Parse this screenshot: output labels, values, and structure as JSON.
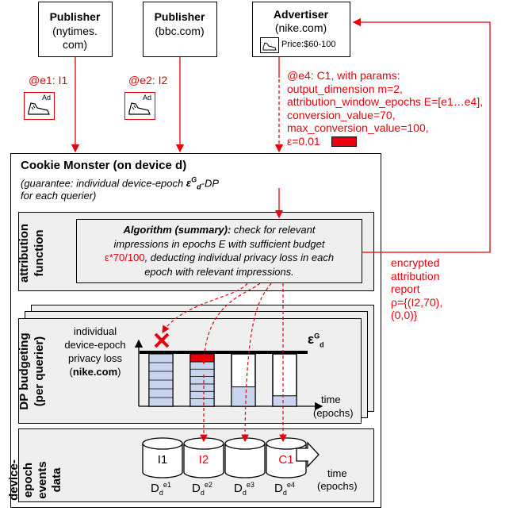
{
  "publisher1": {
    "title": "Publisher",
    "line1": "(nytimes.",
    "line2": "com)"
  },
  "publisher2": {
    "title": "Publisher",
    "line1": "(bbc.com)"
  },
  "advertiser": {
    "title": "Advertiser",
    "domain": "(nike.com)",
    "price": "Price:$60-100"
  },
  "events": {
    "e1": "@e1: I1",
    "e2": "@e2: I2",
    "ad_label": "Ad",
    "e4_lines": [
      "@e4: C1, with params:",
      "output_dimension m=2,",
      "attribution_window_epochs E=[e1…e4],",
      "conversion_value=70,",
      "max_conversion_value=100,",
      "ε=0.01"
    ]
  },
  "cookie_monster": {
    "title": "Cookie Monster (on device d)",
    "guarantee_1": "(guarantee: individual device-epoch ",
    "guarantee_eps": "ε",
    "guarantee_sup": "G",
    "guarantee_sub": "d",
    "guarantee_2": "-DP",
    "guarantee_3": "for each querier)"
  },
  "attribution": {
    "side_label_1": "attribution",
    "side_label_2": "function",
    "algo_bold": "Algorithm (summary):",
    "algo_1": " check for relevant",
    "algo_2": "impressions in epochs E with sufficient budget",
    "algo_red": "ε*70/100",
    "algo_3": ", deducting individual privacy loss in each",
    "algo_4": "epoch with relevant impressions."
  },
  "report": {
    "lines": [
      "encrypted",
      "attribution",
      "report",
      "ρ={(I2,70),",
      "(0,0)}"
    ]
  },
  "budgeting": {
    "side_label_1": "DP budgeting",
    "side_label_2": "(per querier)",
    "loss_1": "individual",
    "loss_2": "device-epoch",
    "loss_3": "privacy loss",
    "loss_4_open": "(",
    "loss_4_bold": "nike.com",
    "loss_4_close": ")",
    "eps": "ε",
    "eps_sup": "G",
    "eps_sub": "d",
    "time_1": "time",
    "time_2": "(epochs)",
    "epoch_fill": [
      1.0,
      0.85,
      0.37,
      0.2
    ],
    "epoch_deducted": [
      0,
      0.15,
      0,
      0
    ],
    "epoch_rejected": [
      true,
      false,
      false,
      false
    ]
  },
  "events_data": {
    "side_label_1": "device-",
    "side_label_2": "epoch",
    "side_label_3": "events",
    "side_label_4": "data",
    "cylinders": [
      {
        "label": "I1",
        "base": "D",
        "sub": "d",
        "sup": "e1"
      },
      {
        "label": "I2",
        "base": "D",
        "sub": "d",
        "sup": "e2"
      },
      {
        "label": "",
        "base": "D",
        "sub": "d",
        "sup": "e3"
      },
      {
        "label": "C1",
        "base": "D",
        "sub": "d",
        "sup": "e4"
      }
    ],
    "time_1": "time",
    "time_2": "(epochs)"
  },
  "colors": {
    "red": "#e8000b",
    "fill_blue": "#c9d5ee",
    "panel_gray": "#efefef"
  }
}
